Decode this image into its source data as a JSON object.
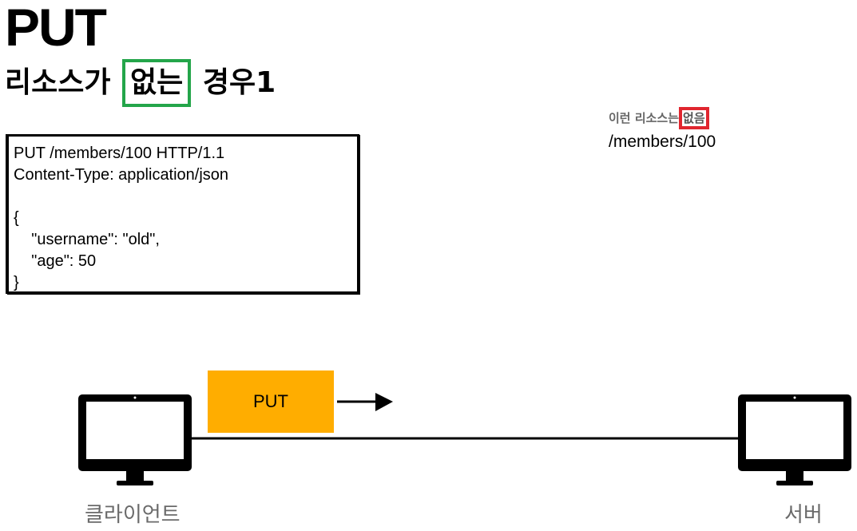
{
  "title": "PUT",
  "subtitle": {
    "before": "리소스가",
    "highlight": "없는",
    "after": "경우1"
  },
  "note": {
    "prefix": "이런 리소스는",
    "highlight": "없음",
    "path": "/members/100"
  },
  "request": {
    "lines": [
      "PUT /members/100 HTTP/1.1",
      "Content-Type: application/json",
      "",
      "{",
      "    \"username\": \"old\",",
      "    \"age\": 50",
      "}"
    ]
  },
  "method_box": {
    "label": "PUT",
    "color": "#ffad00"
  },
  "client_label": "클라이언트",
  "server_label": "서버",
  "colors": {
    "green_highlight": "#24a54a",
    "red_highlight": "#e0262f"
  },
  "icons": [
    "monitor-icon",
    "monitor-icon",
    "arrow-right-icon"
  ]
}
